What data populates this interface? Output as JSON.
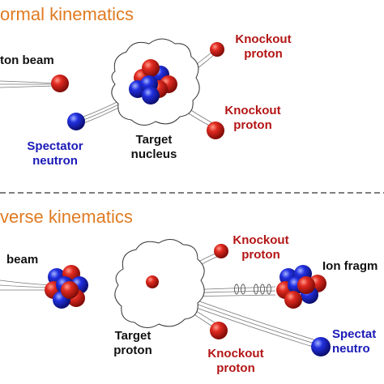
{
  "panels": {
    "top": {
      "title": "ormal kinematics",
      "beam_label": "ton beam",
      "knockout1": [
        "Knockout",
        "proton"
      ],
      "knockout2": [
        "Knockout",
        "proton"
      ],
      "spectator": [
        "Spectator",
        "neutron"
      ],
      "target": [
        "Target",
        "nucleus"
      ]
    },
    "bottom": {
      "title": "verse kinematics",
      "beam_label": "beam",
      "knockout1": [
        "Knockout",
        "proton"
      ],
      "knockout2": [
        "Knockout",
        "proton"
      ],
      "fragment": "Ion fragm",
      "spectator": [
        "Spectat",
        "neutro"
      ],
      "target": [
        "Target",
        "proton"
      ]
    }
  },
  "colors": {
    "title": "#e07b22",
    "knockout_text": "#b31515",
    "spectator_text": "#1a1ab8",
    "proton": "#d01818",
    "neutron": "#1e22cc",
    "divider": "#555555"
  }
}
